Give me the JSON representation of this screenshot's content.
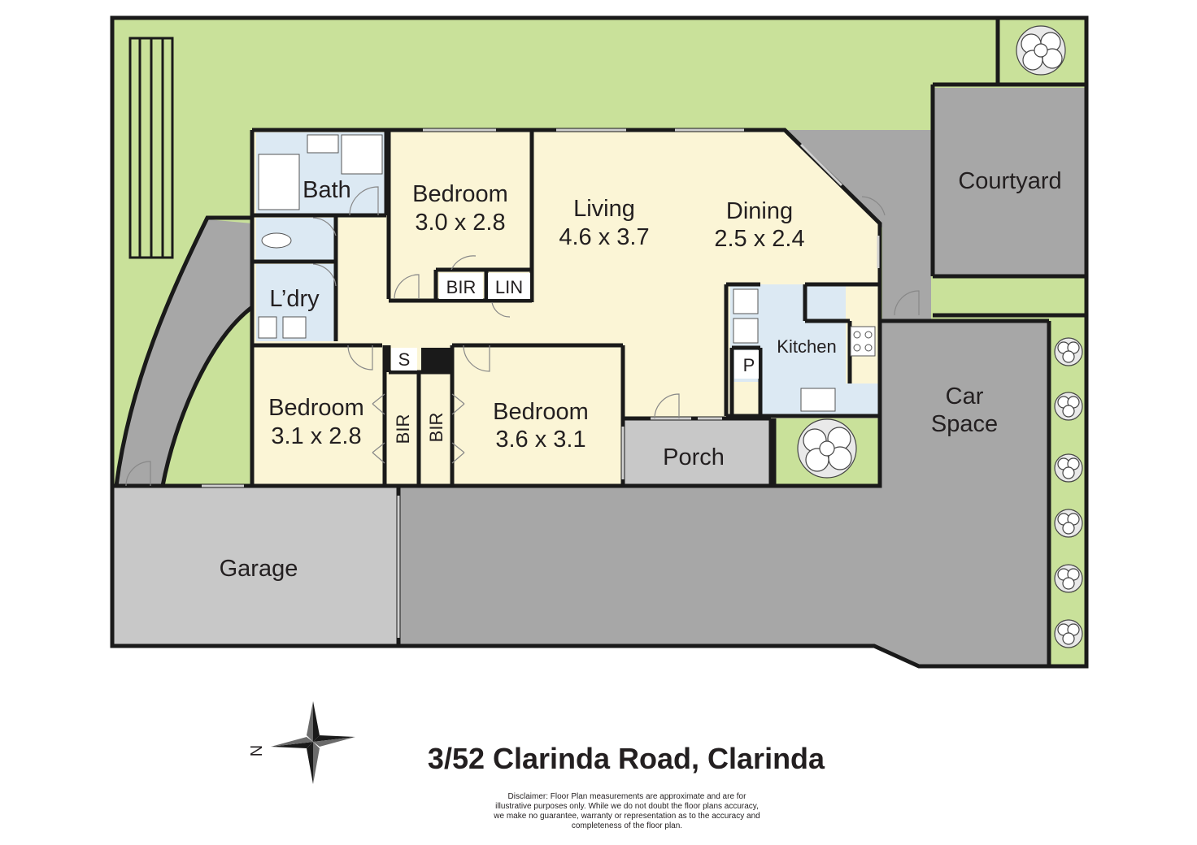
{
  "colors": {
    "garden": "#c9e19a",
    "paving": "#a7a7a7",
    "garage": "#c8c8c8",
    "interior": "#fbf5d6",
    "wet_area": "#dce9f3",
    "wall": "#1a1a1a"
  },
  "rooms": {
    "bath": {
      "name": "Bath"
    },
    "laundry": {
      "name": "L’dry"
    },
    "bedroom_1": {
      "name": "Bedroom",
      "dims": "3.0 x 2.8"
    },
    "living": {
      "name": "Living",
      "dims": "4.6 x 3.7"
    },
    "dining": {
      "name": "Dining",
      "dims": "2.5 x 2.4"
    },
    "kitchen": {
      "name": "Kitchen"
    },
    "bedroom_2": {
      "name": "Bedroom",
      "dims": "3.1 x 2.8"
    },
    "bedroom_3": {
      "name": "Bedroom",
      "dims": "3.6 x 3.1"
    },
    "porch": {
      "name": "Porch"
    },
    "courtyard": {
      "name": "Courtyard"
    },
    "car_space": {
      "name": "Car",
      "name_2": "Space"
    },
    "garage": {
      "name": "Garage"
    }
  },
  "storage": {
    "bir_top": "BIR",
    "lin": "LIN",
    "store": "S",
    "pantry": "P",
    "bir_left": "BIR",
    "bir_right": "BIR"
  },
  "compass": {
    "label": "N",
    "icon": "compass-rose-icon"
  },
  "address": "3/52 Clarinda Road, Clarinda",
  "disclaimer": [
    "Disclaimer: Floor Plan measurements are approximate and are for",
    "illustrative purposes only. While we do not doubt the floor plans accuracy,",
    "we make no guarantee, warranty or representation as to the accuracy and",
    "completeness of the floor plan."
  ]
}
